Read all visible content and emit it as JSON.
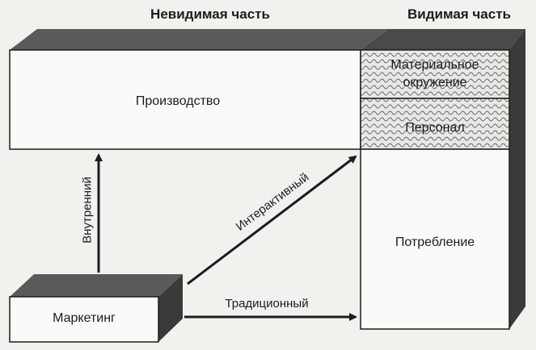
{
  "headers": {
    "invisible": "Невидимая часть",
    "visible": "Видимая часть"
  },
  "boxes": {
    "production": "Производство",
    "material_env_line1": "Материальное",
    "material_env_line2": "окружение",
    "personnel": "Персонал",
    "consumption": "Потребление",
    "marketing": "Маркетинг"
  },
  "arrows": {
    "internal": "Внутренний",
    "interactive": "Интерактивный",
    "traditional": "Традиционный"
  },
  "colors": {
    "background": "#f2f1ee",
    "ink": "#1c1c1c",
    "box_face": "#fafaf8",
    "box_top": "#5a5a5a",
    "box_side": "#3a3a3a"
  }
}
